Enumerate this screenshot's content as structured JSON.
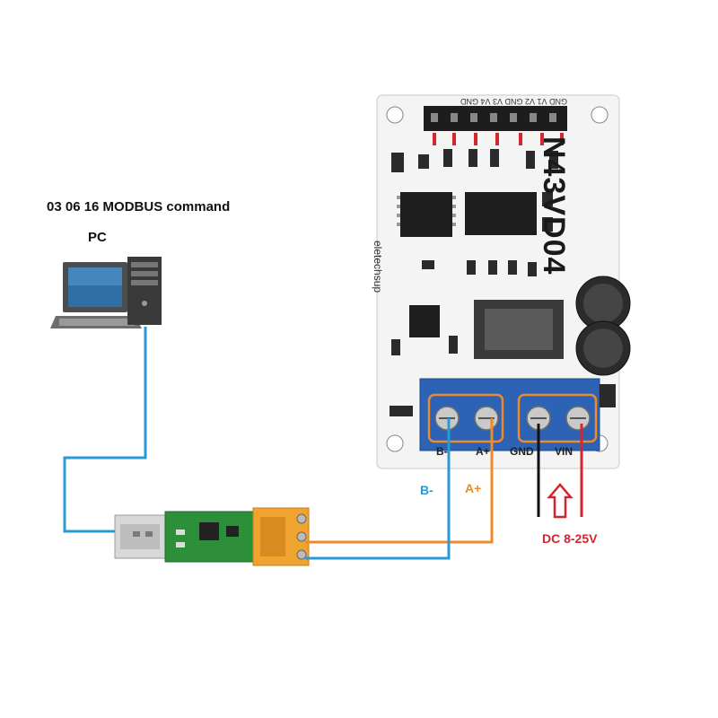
{
  "diagram": {
    "title": "03 06 16 MODBUS command",
    "pc_label": "PC",
    "wire_b_label": "B-",
    "wire_a_label": "A+",
    "power_label": "DC 8-25V",
    "board_name": "N43VD04",
    "board_brand": "eletechsup",
    "top_pin_labels": "GND V1 V2 GND V3 V4 GND",
    "terminal_labels": [
      "B-",
      "A+",
      "GND",
      "VIN"
    ],
    "colors": {
      "rs485_b": "#2a9ad6",
      "rs485_a": "#ef8a2a",
      "gnd_wire": "#111111",
      "vin_wire": "#d3262e",
      "terminal_block": "#2d63b5",
      "pcb": "#f4f4f4",
      "usb_pcb": "#2e8f3a",
      "usb_terminal": "#f0a430"
    }
  }
}
